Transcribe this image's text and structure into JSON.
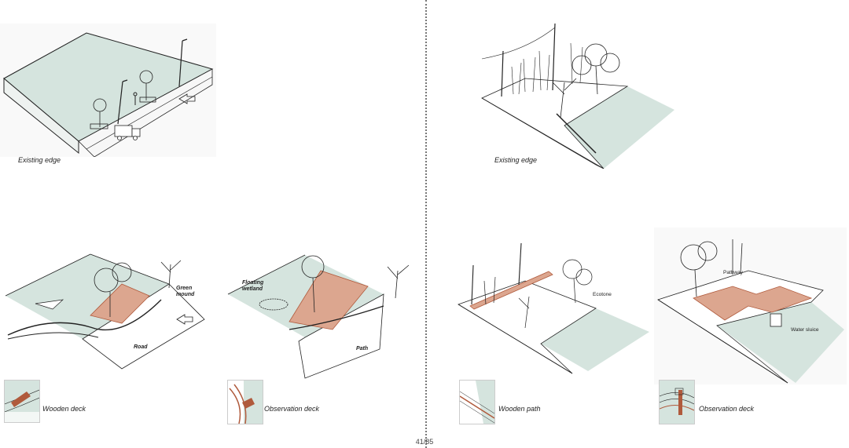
{
  "colors": {
    "water": "#d5e4de",
    "deck": "#dca68f",
    "deck_stroke": "#b05a3c",
    "ink": "#222222"
  },
  "panels": {
    "top_left": {
      "caption": "Existing edge"
    },
    "top_right": {
      "caption": "Existing edge"
    },
    "bottom_1": {
      "caption": "Wooden deck",
      "labels": {
        "green_mound": "Green\nmound",
        "road": "Road"
      }
    },
    "bottom_2": {
      "caption": "Observation deck",
      "labels": {
        "floating_wetland": "Floating\nwetland",
        "path": "Path"
      }
    },
    "bottom_3": {
      "caption": "Wooden path",
      "labels": {
        "ecotone": "Ecotone"
      }
    },
    "bottom_4": {
      "caption": "Observation deck",
      "labels": {
        "pathway": "Pathway",
        "water_sluice": "Water sluice"
      }
    }
  },
  "page_number": "41/85"
}
